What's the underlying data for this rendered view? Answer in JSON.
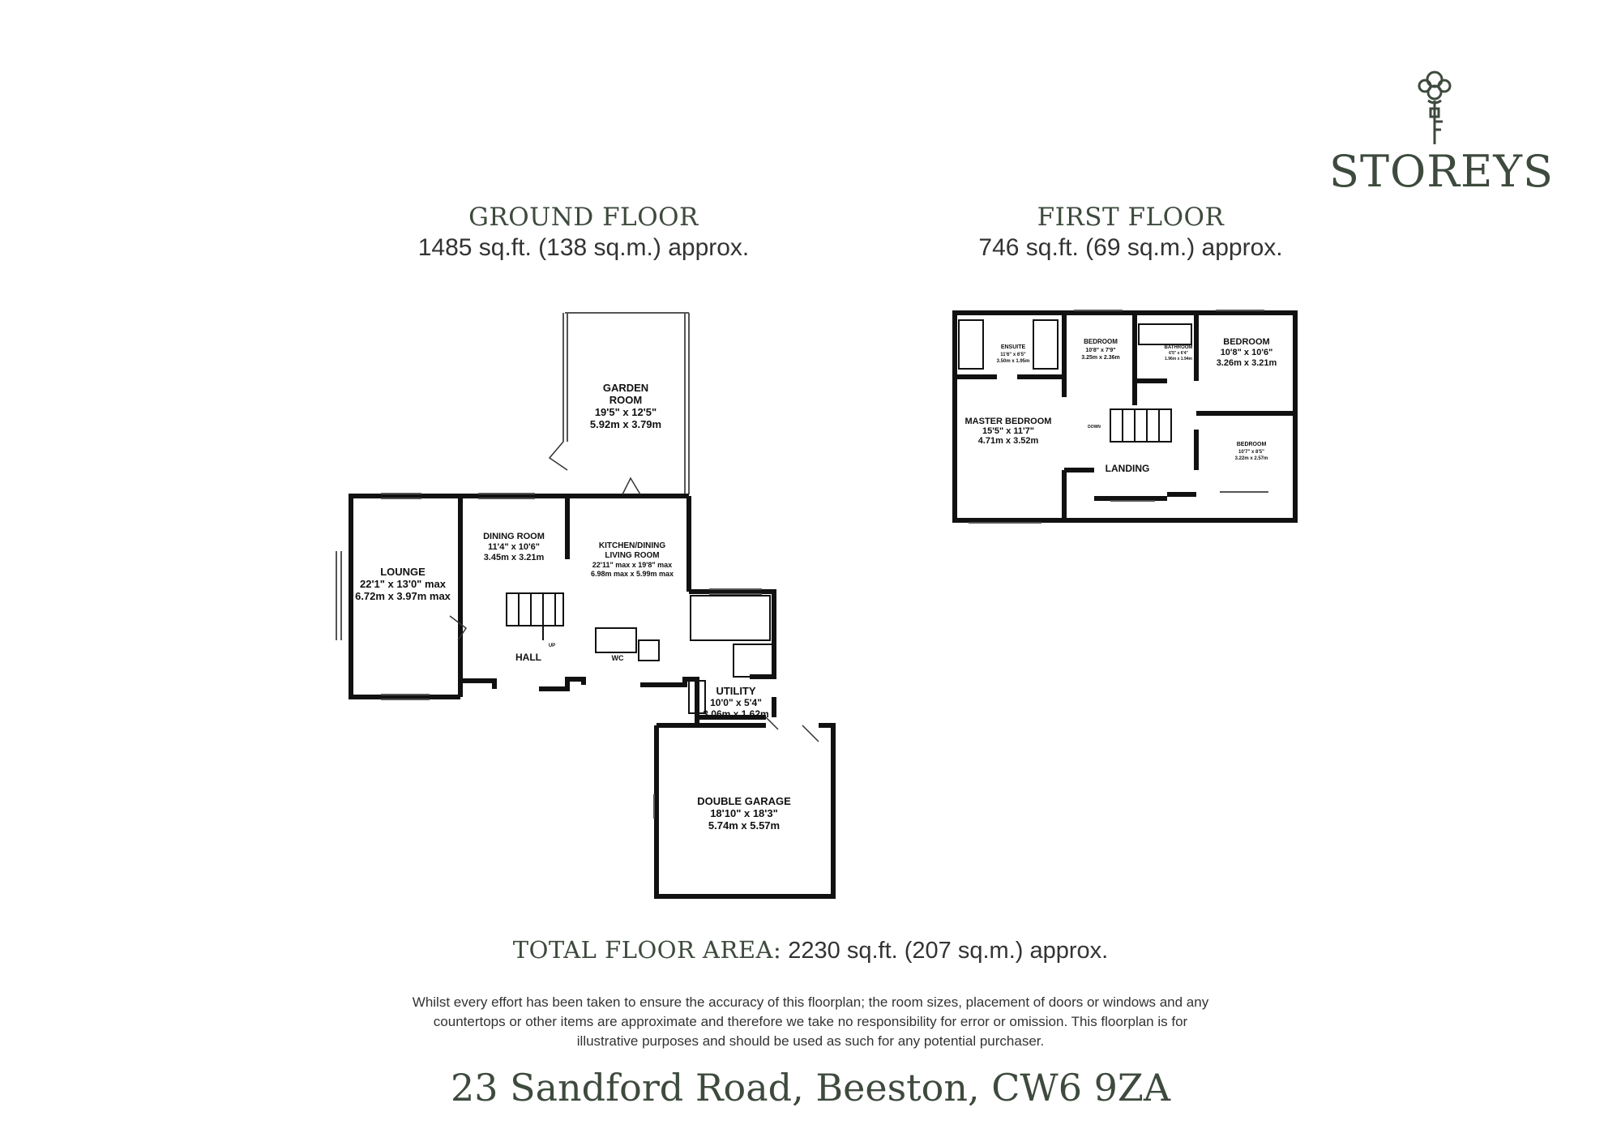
{
  "brand": {
    "name": "STOREYS",
    "logo_icon": "ornamental-key-icon",
    "color": "#3d4a3d"
  },
  "ground_floor": {
    "title": "GROUND FLOOR",
    "area": "1485 sq.ft. (138 sq.m.) approx.",
    "rooms": {
      "garden_room": {
        "name1": "GARDEN",
        "name2": "ROOM",
        "dim1": "19'5\"  x 12'5\"",
        "dim2": "5.92m  x 3.79m"
      },
      "lounge": {
        "name": "LOUNGE",
        "dim1": "22'1\"  x 13'0\" max",
        "dim2": "6.72m  x 3.97m max"
      },
      "dining": {
        "name": "DINING ROOM",
        "dim1": "11'4\"  x 10'6\"",
        "dim2": "3.45m  x 3.21m"
      },
      "kitchen": {
        "name1": "KITCHEN/DINING",
        "name2": "LIVING ROOM",
        "dim1": "22'11\" max x 19'8\" max",
        "dim2": "6.98m max x 5.99m max"
      },
      "hall": {
        "name": "HALL",
        "up": "UP"
      },
      "wc": {
        "name": "WC"
      },
      "utility": {
        "name": "UTILITY",
        "dim1": "10'0\"  x 5'4\"",
        "dim2": "3.06m  x 1.62m"
      },
      "garage": {
        "name": "DOUBLE GARAGE",
        "dim1": "18'10\"  x 18'3\"",
        "dim2": "5.74m  x 5.57m"
      }
    }
  },
  "first_floor": {
    "title": "FIRST FLOOR",
    "area": "746 sq.ft. (69 sq.m.) approx.",
    "rooms": {
      "ensuite": {
        "name": "ENSUITE",
        "dim1": "11'6\"  x 6'5\"",
        "dim2": "3.50m  x 1.95m"
      },
      "bedroom_a": {
        "name": "BEDROOM",
        "dim1": "10'8\"  x 7'9\"",
        "dim2": "3.25m  x 2.36m"
      },
      "bathroom": {
        "name": "BATHROOM",
        "dim1": "6'5\"  x 6'4\"",
        "dim2": "1.96m  x 1.94m"
      },
      "bedroom_b": {
        "name": "BEDROOM",
        "dim1": "10'8\"  x 10'6\"",
        "dim2": "3.26m  x 3.21m"
      },
      "master": {
        "name": "MASTER BEDROOM",
        "dim1": "15'5\"  x 11'7\"",
        "dim2": "4.71m  x 3.52m"
      },
      "bedroom_c": {
        "name": "BEDROOM",
        "dim1": "10'7\"  x 8'5\"",
        "dim2": "3.22m  x 2.57m"
      },
      "landing": {
        "name": "LANDING",
        "down": "DOWN"
      }
    }
  },
  "total": {
    "label": "TOTAL FLOOR AREA:",
    "value": "2230 sq.ft. (207 sq.m.) approx."
  },
  "disclaimer": "Whilst every effort has been taken to ensure the accuracy of this floorplan; the room sizes, placement of doors or windows and any countertops or other items are approximate and therefore we take no responsibility for error or omission. This floorplan is for illustrative purposes and should be used as such for any potential purchaser.",
  "address": "23 Sandford Road, Beeston, CW6 9ZA"
}
